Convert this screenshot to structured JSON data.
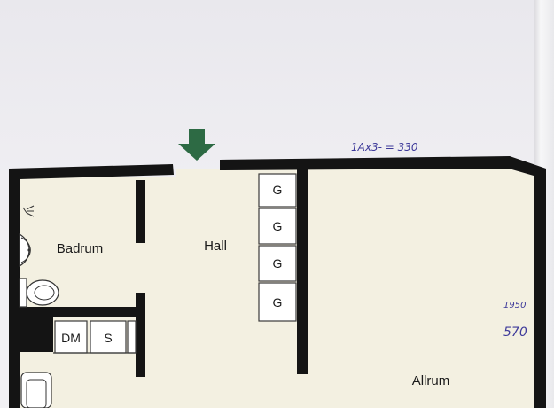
{
  "plan": {
    "rooms": {
      "badrum": "Badrum",
      "hall": "Hall",
      "allrum": "Allrum"
    },
    "storage": {
      "wardrobes": [
        "G",
        "G",
        "G",
        "G"
      ],
      "dm": "DM",
      "s": "S"
    },
    "annotations": {
      "top": "1Ax3- = 330",
      "side_top": "1950",
      "side_bottom": "570"
    },
    "entrance": {
      "icon": "arrow-down-icon",
      "color": "#2d6a44"
    },
    "colors": {
      "floor": "#f3f0e1",
      "wall": "#141414",
      "ink": "#3e3a9a"
    }
  }
}
